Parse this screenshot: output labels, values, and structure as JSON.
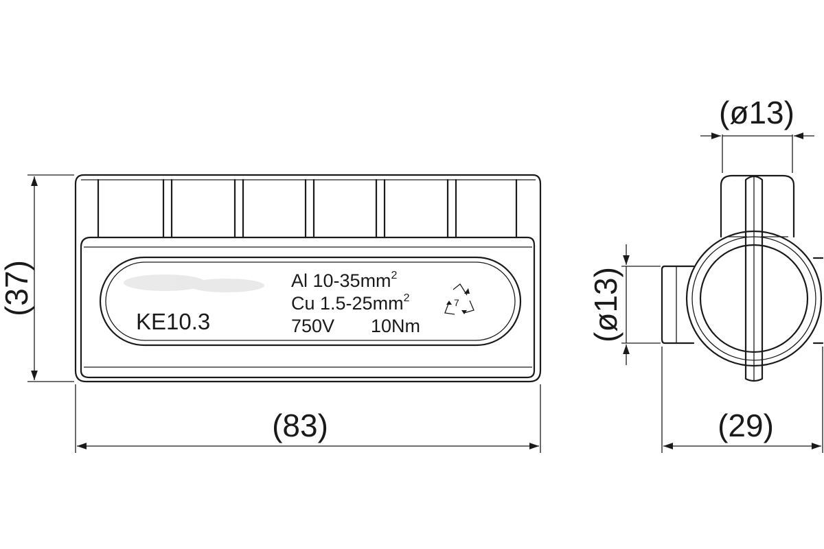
{
  "dimensions": {
    "width": "(83)",
    "height": "(37)",
    "side_diameter_top": "(ø13)",
    "side_diameter_vertical": "(ø13)",
    "side_depth": "(29)"
  },
  "product": {
    "model": "KE10.3",
    "spec_al": "Al  10-35mm",
    "spec_al_sup": "2",
    "spec_cu": "Cu  1.5-25mm",
    "spec_cu_sup": "2",
    "spec_voltage": "750V",
    "spec_torque": "10Nm",
    "recycle_code": "7"
  }
}
